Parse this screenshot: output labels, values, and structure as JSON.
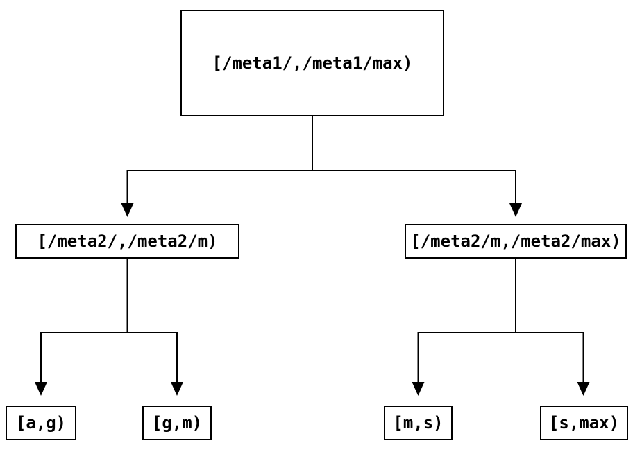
{
  "diagram": {
    "type": "tree",
    "background_color": "#ffffff",
    "line_color": "#000000",
    "nodes": {
      "root": {
        "label": "[/meta1/,/meta1/max)"
      },
      "meta2_low": {
        "label": "[/meta2/,/meta2/m)"
      },
      "meta2_high": {
        "label": "[/meta2/m,/meta2/max)"
      },
      "leaf_ag": {
        "label": "[a,g)"
      },
      "leaf_gm": {
        "label": "[g,m)"
      },
      "leaf_ms": {
        "label": "[m,s)"
      },
      "leaf_smax": {
        "label": "[s,max)"
      }
    },
    "edges": [
      {
        "from": "root",
        "to": "meta2_low"
      },
      {
        "from": "root",
        "to": "meta2_high"
      },
      {
        "from": "meta2_low",
        "to": "leaf_ag"
      },
      {
        "from": "meta2_low",
        "to": "leaf_gm"
      },
      {
        "from": "meta2_high",
        "to": "leaf_ms"
      },
      {
        "from": "meta2_high",
        "to": "leaf_smax"
      }
    ]
  }
}
